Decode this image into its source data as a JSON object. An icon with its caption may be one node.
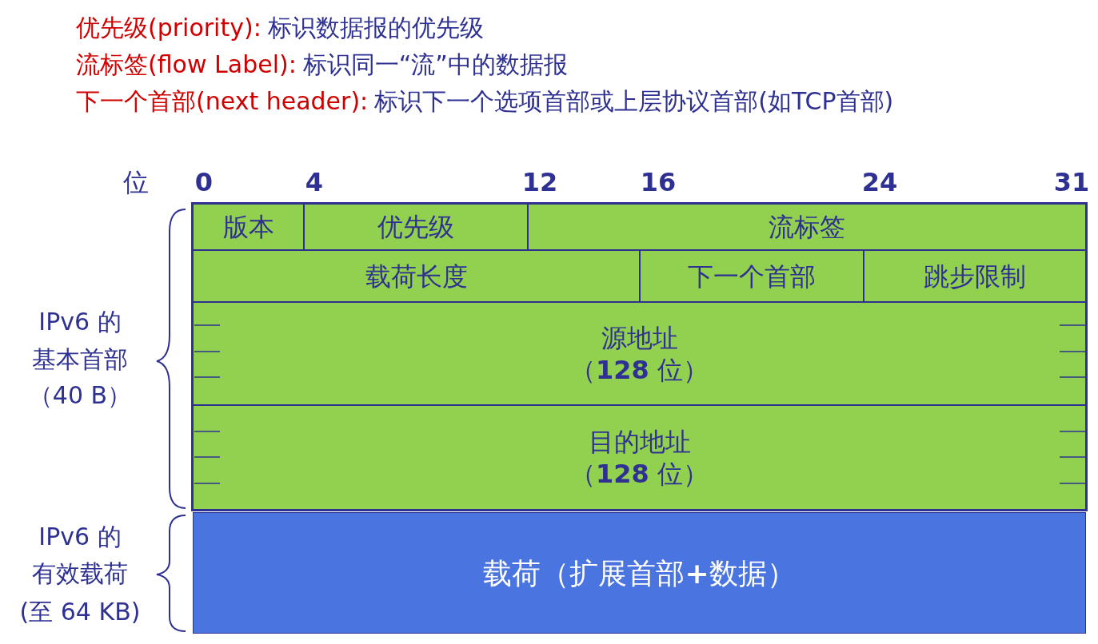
{
  "diagram": {
    "nodes": [
      {
        "text": [
          "版本"
        ]
      },
      {
        "text": [
          "优先级"
        ]
      },
      {
        "text": [
          "流标签"
        ]
      },
      {
        "text": [
          "载荷长度"
        ]
      },
      {
        "text": [
          "下一个首部"
        ]
      },
      {
        "text": [
          "跳步限制"
        ]
      },
      {
        "text": [
          "源地址",
          "（**128** 位）"
        ]
      },
      {
        "text": [
          "目的地址",
          "（**128** 位）"
        ]
      },
      {
        "text": [
          "载荷（扩展首部**+**数据）"
        ]
      }
    ],
    "labels": [
      "优先级(priority):",
      "标识数据报的优先级",
      "流标签(flow Label):",
      "标识同一“流”中的数据报",
      "下一个首部(next header):",
      "标识下一个选项首部或上层协议首部(如TCP首部)",
      "位",
      "0",
      "4",
      "12",
      "16",
      "24",
      "31",
      "IPv6 的",
      "基本首部",
      "（40 B）",
      "IPv6 的",
      "有效载荷",
      "(至 64 KB)"
    ]
  }
}
